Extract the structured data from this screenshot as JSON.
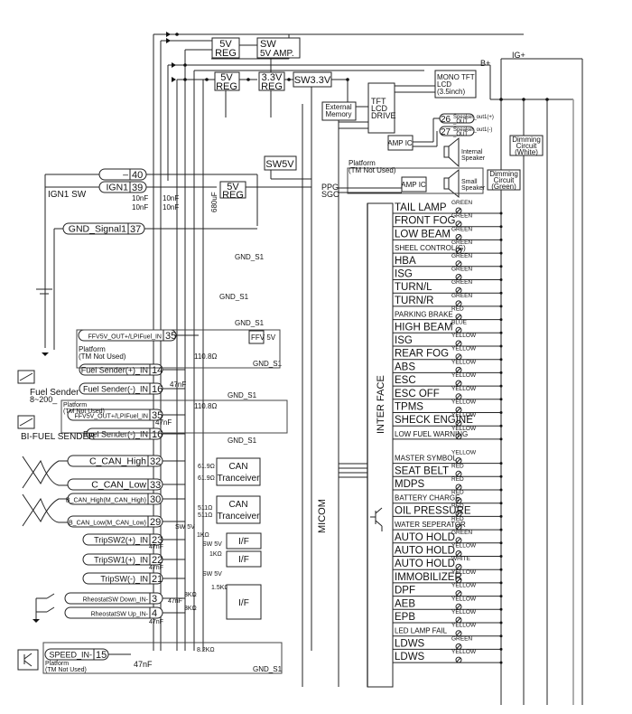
{
  "power": {
    "reg5v_top": [
      "5V",
      "REG"
    ],
    "sw5v_amp": [
      "SW",
      "5V AMP."
    ],
    "reg5v_mid": [
      "5V",
      "REG"
    ],
    "reg33": [
      "3.3V",
      "REG"
    ],
    "sw33": "SW3.3V",
    "sw5v": "SW5V",
    "reg5v_low": [
      "5V",
      "REG"
    ],
    "ig": "IG+",
    "b": "B+"
  },
  "display": {
    "mono_lcd": [
      "MONO TFT",
      "LCD",
      "(3.5inch)"
    ],
    "ext_mem": [
      "External",
      "Memory"
    ],
    "tft_drive": [
      "TFT",
      "LCD",
      "DRIVE"
    ],
    "amp_ic_1": "AMP IC",
    "amp_ic_2": "AMP IC",
    "speaker_pos_pin": "26",
    "speaker_pos_label": [
      "Speaker_out1(+)",
      "_OUT"
    ],
    "speaker_neg_pin": "27",
    "speaker_neg_label": [
      "Speaker_out1(-)",
      "_OUT"
    ],
    "internal_speaker": [
      "Internal",
      "Speaker"
    ],
    "small_speaker": [
      "Small",
      "Speaker"
    ],
    "platform": [
      "Platform",
      "(TM Not Used)"
    ],
    "ppg": "PPG",
    "sgo": "SGO",
    "dimming_white": [
      "Dimming",
      "Circuit",
      "(White)"
    ],
    "dimming_green": [
      "Dimming",
      "Circuit",
      "(Green)"
    ]
  },
  "connectors": [
    {
      "label": "–",
      "pin": "40"
    },
    {
      "label": "IGN1",
      "pin": "39"
    },
    {
      "label": "GND_Signal1",
      "pin": "37"
    },
    {
      "label": "FFV5V_OUT+/LPIFuel_IN",
      "pin": "35"
    },
    {
      "label": "Fuel Sender(+)_IN",
      "pin": "14"
    },
    {
      "label": "Fuel Sender(-)_IN",
      "pin": "16"
    },
    {
      "label": "FFV5V_OUT+/LPIFuel_IN",
      "pin": "35"
    },
    {
      "label": "Fuel Sender(-)_IN",
      "pin": "16"
    },
    {
      "label": "C_CAN_High",
      "pin": "32"
    },
    {
      "label": "C_CAN_Low",
      "pin": "33"
    },
    {
      "label": "B_CAN_High(M_CAN_High)",
      "pin": "30"
    },
    {
      "label": "B_CAN_Low(M_CAN_Low)",
      "pin": "29"
    },
    {
      "label": "TripSW2(+)_IN",
      "pin": "23"
    },
    {
      "label": "TripSW1(+)_IN",
      "pin": "22"
    },
    {
      "label": "TripSW(-)_IN",
      "pin": "21"
    },
    {
      "label": "RheostatSW Down_IN-",
      "pin": "3"
    },
    {
      "label": "RheostatSW Up_IN-",
      "pin": "4"
    },
    {
      "label": "SPEED_IN-",
      "pin": "15"
    }
  ],
  "labels": {
    "ign1_sw": "IGN1 SW",
    "cap_10nf": "10nF",
    "cap_680uf": "680uF",
    "gnd_s1": "GND_S1",
    "ffv5v": "FFV 5V",
    "platform": "Platform",
    "tm_not_used": "(TM Not Used)",
    "r_110": "110.8Ω",
    "cap_47nf": "47nF",
    "fuel_sender": "Fuel Sender",
    "fuel_range": "8~200_",
    "bi_fuel": "BI-FUEL SENDER",
    "r_619": "61.9Ω",
    "r_511": "511Ω",
    "can_tranceiver": [
      "CAN",
      "Tranceiver"
    ],
    "sw_5v": "SW 5V",
    "r_1k": "1KΩ",
    "r_15k": "1.5KΩ",
    "r_3k": "3KΩ",
    "r_82k": "8.2KΩ",
    "if": "I/F",
    "micom": "MICOM",
    "interface": "INTER FACE"
  },
  "indicators": [
    {
      "label": "TAIL LAMP",
      "color": "GREEN"
    },
    {
      "label": "FRONT FOG",
      "color": "GREEN"
    },
    {
      "label": "LOW BEAM",
      "color": "GREEN"
    },
    {
      "label": "SHEEL CONTROL(G)",
      "color": "GREEN"
    },
    {
      "label": "HBA",
      "color": "GREEN"
    },
    {
      "label": "ISG",
      "color": "GREEN"
    },
    {
      "label": "TURN/L",
      "color": "GREEN"
    },
    {
      "label": "TURN/R",
      "color": "GREEN"
    },
    {
      "label": "PARKING BRAKE",
      "color": "RED"
    },
    {
      "label": "HIGH BEAM",
      "color": "BLUE"
    },
    {
      "label": "ISG",
      "color": "YELLOW"
    },
    {
      "label": "REAR FOG",
      "color": "YELLOW"
    },
    {
      "label": "ABS",
      "color": "YELLOW"
    },
    {
      "label": "ESC",
      "color": "YELLOW"
    },
    {
      "label": "ESC OFF",
      "color": "YELLOW"
    },
    {
      "label": "TPMS",
      "color": "YELLOW"
    },
    {
      "label": "SHECK ENGINE",
      "color": "YELLOW"
    },
    {
      "label": "LOW FUEL WARNING",
      "color": "YELLOW"
    },
    {
      "label": "MASTER SYMBOL",
      "color": "YELLOW"
    },
    {
      "label": "SEAT BELT",
      "color": "RED"
    },
    {
      "label": "MDPS",
      "color": "RED"
    },
    {
      "label": "BATTERY CHARGE",
      "color": "RED"
    },
    {
      "label": "OIL PRESSURE",
      "color": "RED"
    },
    {
      "label": "WATER SEPERATOR",
      "color": "RED"
    },
    {
      "label": "AUTO HOLD",
      "color": "GREEN"
    },
    {
      "label": "AUTO HOLD",
      "color": "YELLOW"
    },
    {
      "label": "AUTO HOLD",
      "color": "WHITE"
    },
    {
      "label": "IMMOBILIZER",
      "color": "YELLOW"
    },
    {
      "label": "DPF",
      "color": "YELLOW"
    },
    {
      "label": "AEB",
      "color": "YELLOW"
    },
    {
      "label": "EPB",
      "color": "YELLOW"
    },
    {
      "label": "LED LAMP FAIL",
      "color": "YELLOW"
    },
    {
      "label": "LDWS",
      "color": "GREEN"
    },
    {
      "label": "LDWS",
      "color": "YELLOW"
    }
  ]
}
